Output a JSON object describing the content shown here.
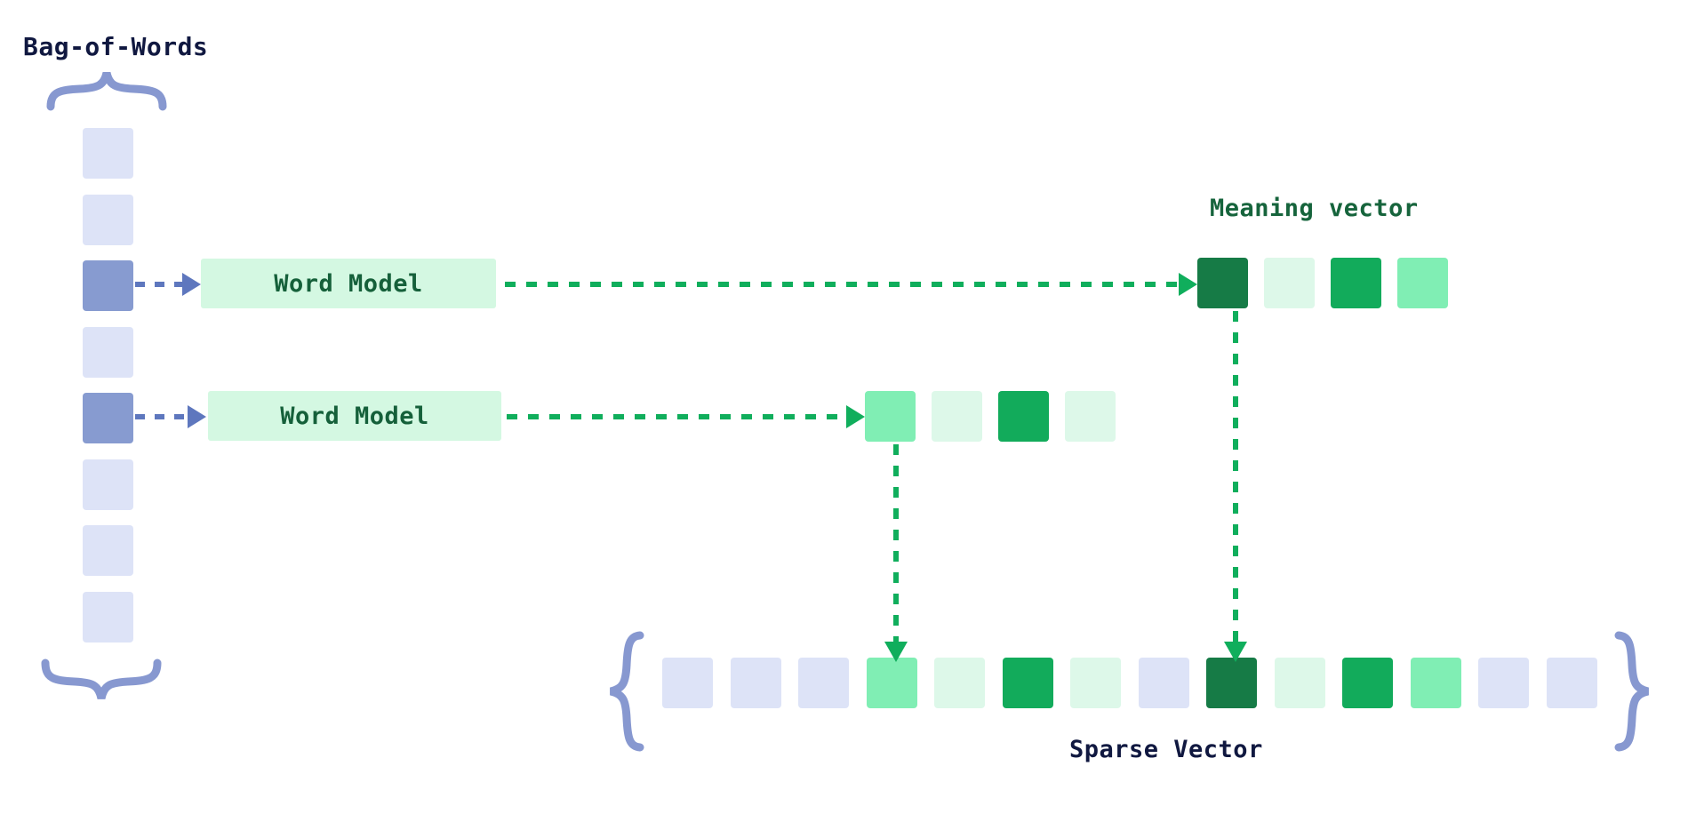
{
  "diagram": {
    "title_bag_of_words": "Bag-of-Words",
    "title_meaning_vector": "Meaning vector",
    "title_sparse_vector": "Sparse Vector",
    "model_label_1": "Word Model",
    "model_label_2": "Word Model"
  },
  "colors": {
    "lavender_inactive": "#DDE3F7",
    "lavender_active": "#879BD0",
    "brace": "#8798D0",
    "model_box_bg": "#D4F8E2",
    "model_box_text": "#15603A",
    "navy_text": "#101840",
    "green_text": "#16643C",
    "arrow_green": "#10AE5C",
    "arrow_blue": "#5E77BE",
    "green_dark": "#167B46",
    "green_medium": "#12AB5B",
    "green_light": "#80EEB4",
    "green_pale": "#DDF8E9"
  },
  "bag_of_words": {
    "count": 8,
    "cells": [
      {
        "index": 0,
        "state": "inactive",
        "color": "#DDE3F7"
      },
      {
        "index": 1,
        "state": "inactive",
        "color": "#DDE3F7"
      },
      {
        "index": 2,
        "state": "active",
        "color": "#879BD0"
      },
      {
        "index": 3,
        "state": "inactive",
        "color": "#DDE3F7"
      },
      {
        "index": 4,
        "state": "active",
        "color": "#879BD0"
      },
      {
        "index": 5,
        "state": "inactive",
        "color": "#DDE3F7"
      },
      {
        "index": 6,
        "state": "inactive",
        "color": "#DDE3F7"
      },
      {
        "index": 7,
        "state": "inactive",
        "color": "#DDE3F7"
      }
    ]
  },
  "meaning_vector_1": {
    "count": 4,
    "cells": [
      {
        "index": 0,
        "color": "#167B46",
        "intensity": "dark"
      },
      {
        "index": 1,
        "color": "#DDF8E9",
        "intensity": "pale"
      },
      {
        "index": 2,
        "color": "#12AB5B",
        "intensity": "medium"
      },
      {
        "index": 3,
        "color": "#80EEB4",
        "intensity": "light"
      }
    ]
  },
  "meaning_vector_2": {
    "count": 4,
    "cells": [
      {
        "index": 0,
        "color": "#80EEB4",
        "intensity": "light"
      },
      {
        "index": 1,
        "color": "#DDF8E9",
        "intensity": "pale"
      },
      {
        "index": 2,
        "color": "#12AB5B",
        "intensity": "medium"
      },
      {
        "index": 3,
        "color": "#DDF8E9",
        "intensity": "pale"
      }
    ]
  },
  "sparse_vector": {
    "count": 14,
    "cells": [
      {
        "index": 0,
        "color": "#DDE3F7",
        "intensity": "empty"
      },
      {
        "index": 1,
        "color": "#DDE3F7",
        "intensity": "empty"
      },
      {
        "index": 2,
        "color": "#DDE3F7",
        "intensity": "empty"
      },
      {
        "index": 3,
        "color": "#80EEB4",
        "intensity": "light"
      },
      {
        "index": 4,
        "color": "#DDF8E9",
        "intensity": "pale"
      },
      {
        "index": 5,
        "color": "#12AB5B",
        "intensity": "medium"
      },
      {
        "index": 6,
        "color": "#DDF8E9",
        "intensity": "pale"
      },
      {
        "index": 7,
        "color": "#DDE3F7",
        "intensity": "empty"
      },
      {
        "index": 8,
        "color": "#167B46",
        "intensity": "dark"
      },
      {
        "index": 9,
        "color": "#DDF8E9",
        "intensity": "pale"
      },
      {
        "index": 10,
        "color": "#12AB5B",
        "intensity": "medium"
      },
      {
        "index": 11,
        "color": "#80EEB4",
        "intensity": "light"
      },
      {
        "index": 12,
        "color": "#DDE3F7",
        "intensity": "empty"
      },
      {
        "index": 13,
        "color": "#DDE3F7",
        "intensity": "empty"
      }
    ]
  },
  "connections": [
    {
      "from": "bow-cell-2",
      "to": "model-box-1",
      "style": "dashed",
      "color": "#5E77BE"
    },
    {
      "from": "bow-cell-4",
      "to": "model-box-2",
      "style": "dashed",
      "color": "#5E77BE"
    },
    {
      "from": "model-box-1",
      "to": "meaning-vector-1",
      "style": "dashed",
      "color": "#10AE5C"
    },
    {
      "from": "model-box-2",
      "to": "meaning-vector-2",
      "style": "dashed",
      "color": "#10AE5C"
    },
    {
      "from": "meaning-vector-1-cell-0",
      "to": "sparse-cell-8",
      "style": "dashed",
      "color": "#10AE5C"
    },
    {
      "from": "meaning-vector-2-cell-0",
      "to": "sparse-cell-3",
      "style": "dashed",
      "color": "#10AE5C"
    }
  ]
}
